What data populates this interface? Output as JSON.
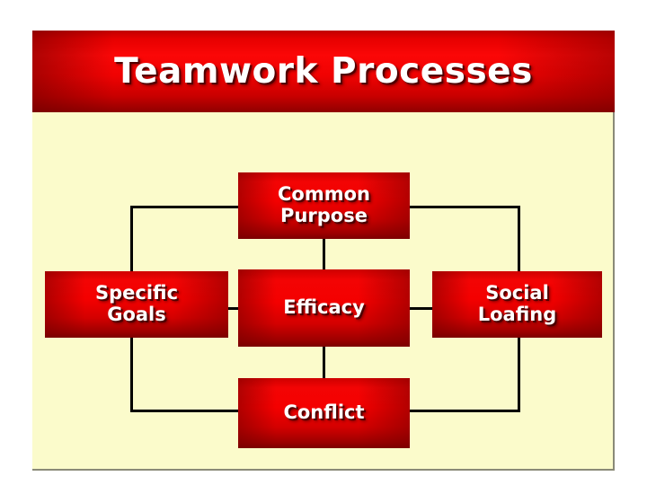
{
  "slide": {
    "title": "Teamwork Processes",
    "background_color": "#fbfbcb",
    "banner_color": "#f40000",
    "title_color": "#ffffff"
  },
  "diagram": {
    "type": "concept-map",
    "nodes": [
      {
        "id": "common-purpose",
        "label": "Common\nPurpose",
        "line1": "Common",
        "line2": "Purpose",
        "position": "top"
      },
      {
        "id": "specific-goals",
        "label": "Specific\nGoals",
        "line1": "Specific",
        "line2": "Goals",
        "position": "left"
      },
      {
        "id": "efficacy",
        "label": "Efficacy",
        "line1": "Efficacy",
        "line2": "",
        "position": "center"
      },
      {
        "id": "social-loafing",
        "label": "Social\nLoafing",
        "line1": "Social",
        "line2": "Loafing",
        "position": "right"
      },
      {
        "id": "conflict",
        "label": "Conflict",
        "line1": "Conflict",
        "line2": "",
        "position": "bottom"
      }
    ],
    "connections": [
      {
        "from": "common-purpose",
        "to": "efficacy"
      },
      {
        "from": "specific-goals",
        "to": "efficacy"
      },
      {
        "from": "efficacy",
        "to": "social-loafing"
      },
      {
        "from": "efficacy",
        "to": "conflict"
      },
      {
        "from": "common-purpose",
        "to": "specific-goals"
      },
      {
        "from": "common-purpose",
        "to": "social-loafing"
      },
      {
        "from": "specific-goals",
        "to": "conflict"
      },
      {
        "from": "social-loafing",
        "to": "conflict"
      }
    ]
  }
}
